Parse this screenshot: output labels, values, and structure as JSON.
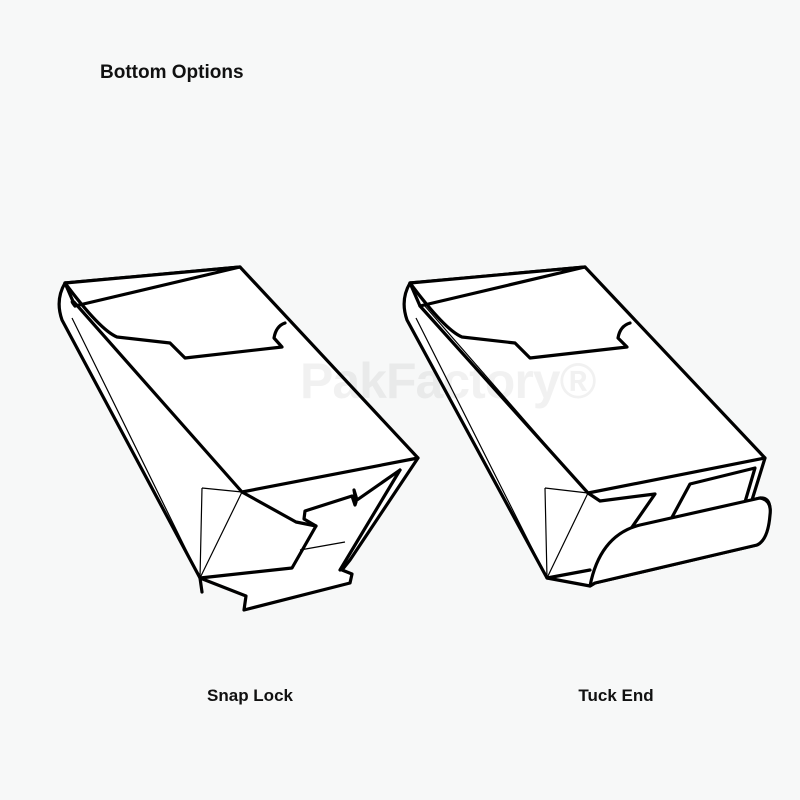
{
  "title": "Bottom Options",
  "watermark": "PakFactory®",
  "options": [
    {
      "label": "Snap Lock"
    },
    {
      "label": "Tuck End"
    }
  ]
}
